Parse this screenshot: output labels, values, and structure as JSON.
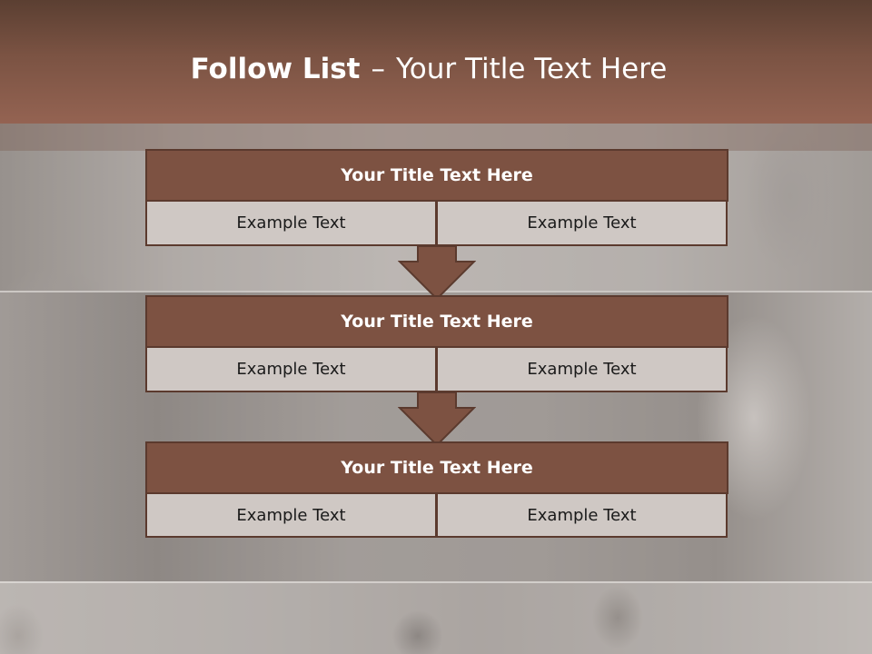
{
  "slide": {
    "title_strong": "Follow List",
    "title_sep": "–",
    "title_rest": "Your Title Text Here"
  },
  "blocks": [
    {
      "title": "Your Title Text Here",
      "left_text": "Example Text",
      "right_text": "Example Text"
    },
    {
      "title": "Your Title Text Here",
      "left_text": "Example Text",
      "right_text": "Example Text"
    },
    {
      "title": "Your Title Text Here",
      "left_text": "Example Text",
      "right_text": "Example Text"
    }
  ],
  "colors": {
    "header_brown": "#7b5343",
    "block_title_fill": "#7d5242",
    "block_border": "#5b3a2e",
    "cell_fill": "#cfc8c4",
    "arrow_fill": "#7d5242"
  }
}
